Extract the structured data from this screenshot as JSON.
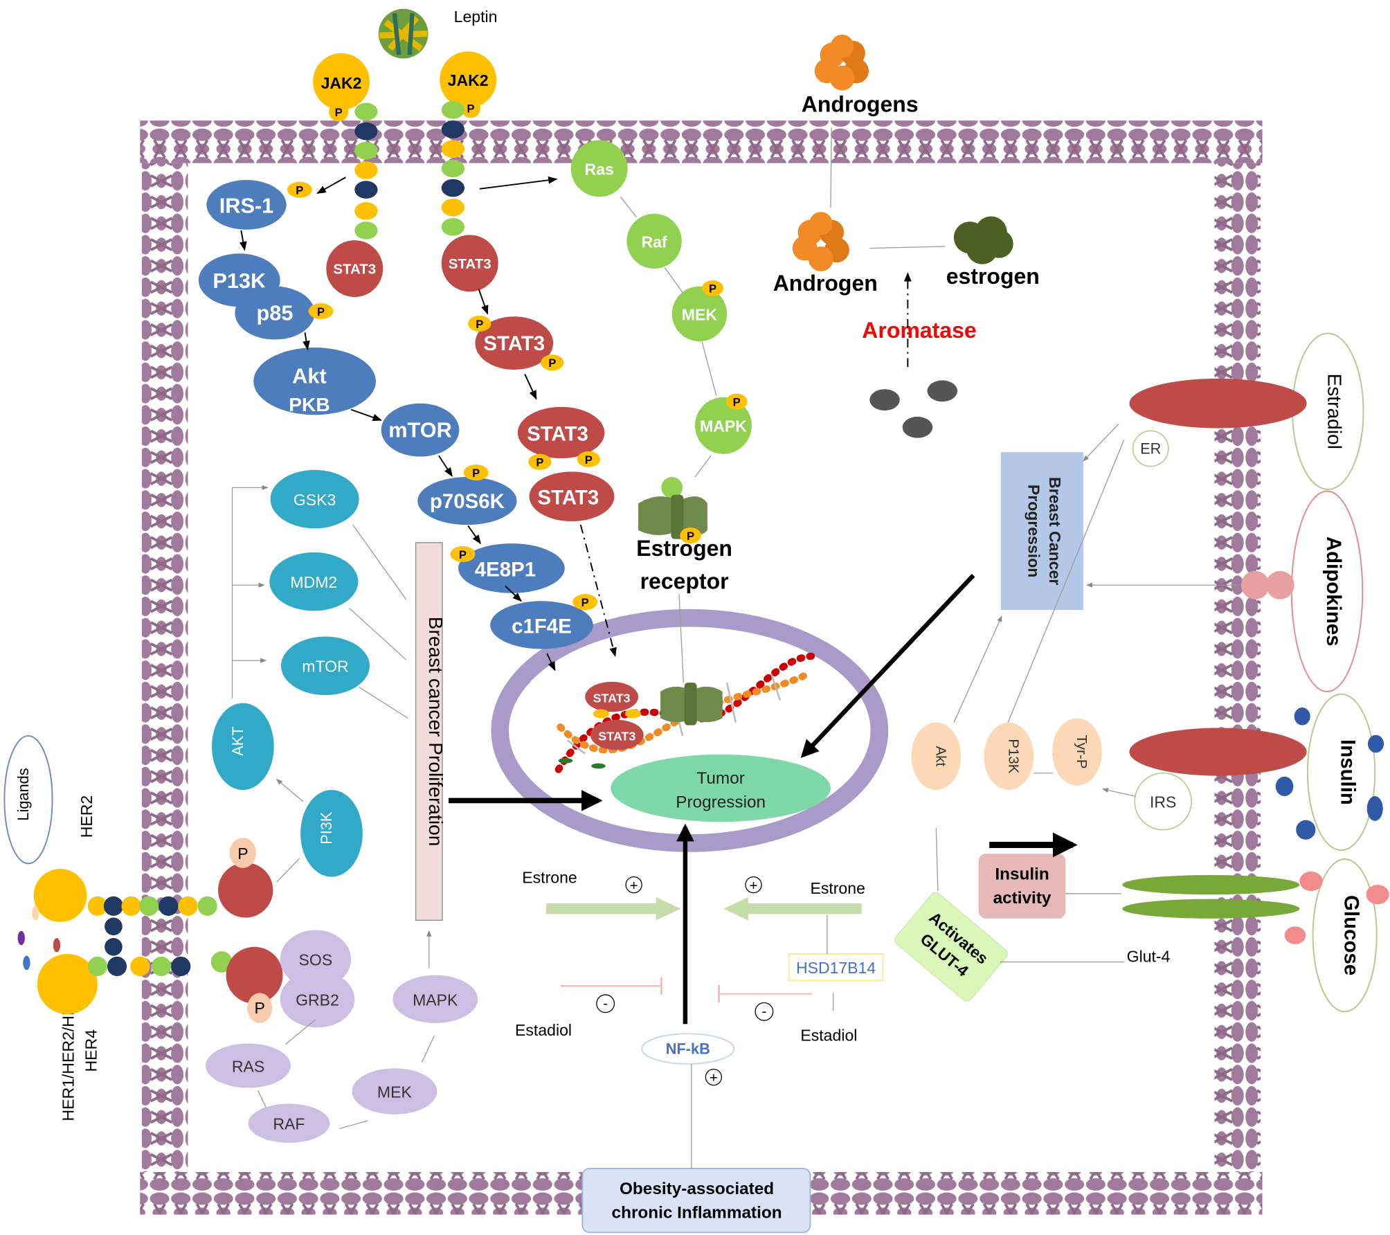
{
  "labels": {
    "leptin": "Leptin",
    "jak2_a": "JAK2",
    "jak2_b": "JAK2",
    "p": "P",
    "irs1": "IRS-1",
    "p13k": "P13K",
    "p85": "p85",
    "akt": "Akt",
    "pkb": "PKB",
    "mtor_main": "mTOR",
    "p70s6k": "p70S6K",
    "e8p1": "4E8P1",
    "c1f4e": "c1F4E",
    "stat3": "STAT3",
    "ras": "Ras",
    "raf": "Raf",
    "mek": "MEK",
    "mapk": "MAPK",
    "estrogen_receptor_1": "Estrogen",
    "estrogen_receptor_2": "receptor",
    "androgens": "Androgens",
    "androgen": "Androgen",
    "estrogen": "estrogen",
    "aromatase": "Aromatase",
    "gsk3": "GSK3",
    "mdm2": "MDM2",
    "mtor_side": "mTOR",
    "akt_side": "AKT",
    "pi3k": "PI3K",
    "breast_cancer_proliferation": "Breast cancer Proliferation",
    "ligands": "Ligands",
    "her2": "HER2",
    "her_family_1": "HER1/HER2/HER3/",
    "her_family_2": "HER4",
    "sos": "SOS",
    "grb2": "GRB2",
    "ras_lower": "RAS",
    "raf_lower": "RAF",
    "mek_lower": "MEK",
    "mapk_lower": "MAPK",
    "tumor_progression_1": "Tumor",
    "tumor_progression_2": "Progression",
    "estrone_left": "Estrone",
    "estrone_right": "Estrone",
    "plus": "+",
    "minus": "-",
    "estadiol_left": "Estadiol",
    "estadiol_right": "Estadiol",
    "nfkb": "NF-kB",
    "hsd17b14": "HSD17B14",
    "obesity_1": "Obesity-associated",
    "obesity_2": "chronic Inflammation",
    "breast_cancer_progression_1": "Breast Cancer",
    "breast_cancer_progression_2": "Progression",
    "estradiol": "Estradiol",
    "er": "ER",
    "adipokines": "Adipokines",
    "insulin": "Insulin",
    "glucose": "Glucose",
    "akt_right": "Akt",
    "p13k_right": "P13K",
    "tyrp": "Tyr-P",
    "irs": "IRS",
    "insulin_activity_1": "Insulin",
    "insulin_activity_2": "activity",
    "activates_1": "Activates",
    "activates_2": "GLUT-4",
    "glut4": "Glut-4"
  },
  "colors": {
    "membrane": "#a07a9a",
    "blue_node": "#4e7dbd",
    "red_node": "#be4b48",
    "green_node": "#92d050",
    "yellow": "#ffc000",
    "navy": "#1f3864",
    "teal": "#31a9c7",
    "lavender": "#cdbfe3",
    "nucleus": "#a99bc9",
    "tumor": "#7fd8a8",
    "olive": "#6f8a4a",
    "orange": "#f28a25",
    "dark_green": "#4d5f23",
    "aromatase": "#ff0000",
    "nfkb_text": "#4472c4"
  },
  "icons": [
    "leptin-icon",
    "androgen-cluster-icon",
    "estrogen-cluster-icon",
    "estrogen-receptor-icon",
    "dna-helix-icon"
  ]
}
